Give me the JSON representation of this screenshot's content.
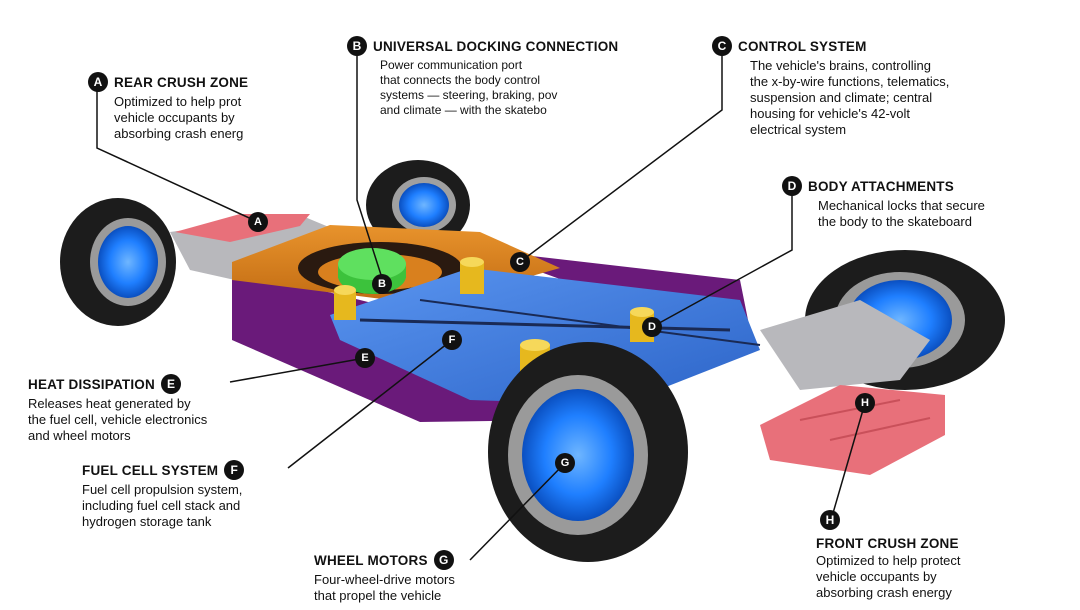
{
  "callouts": {
    "A": {
      "letter": "A",
      "title": "REAR CRUSH ZONE",
      "lines": [
        "Optimized to help prot",
        "vehicle occupants by",
        "absorbing crash energ"
      ]
    },
    "B": {
      "letter": "B",
      "title": "UNIVERSAL DOCKING CONNECTION",
      "lines": [
        "Power communication port",
        "that connects the body control",
        "systems — steering, braking, pov",
        "and climate — with the skatebo"
      ]
    },
    "C": {
      "letter": "C",
      "title": "CONTROL SYSTEM",
      "lines": [
        "The vehicle's brains, controlling",
        "the x-by-wire functions, telematics,",
        "suspension and climate; central",
        "housing for vehicle's 42-volt",
        "electrical system"
      ]
    },
    "D": {
      "letter": "D",
      "title": "BODY ATTACHMENTS",
      "lines": [
        "Mechanical locks that secure",
        "the body to the skateboard"
      ]
    },
    "E": {
      "letter": "E",
      "title": "HEAT DISSIPATION",
      "lines": [
        "Releases heat generated by",
        "the fuel cell, vehicle electronics",
        "and wheel motors"
      ]
    },
    "F": {
      "letter": "F",
      "title": "FUEL CELL SYSTEM",
      "lines": [
        "Fuel cell propulsion system,",
        "including fuel cell stack and",
        "hydrogen storage tank"
      ]
    },
    "G": {
      "letter": "G",
      "title": "WHEEL MOTORS",
      "lines": [
        "Four-wheel-drive motors",
        "that propel the vehicle"
      ]
    },
    "H": {
      "letter": "H",
      "title": "FRONT CRUSH ZONE",
      "lines": [
        "Optimized to help protect",
        "vehicle occupants by",
        "absorbing crash energy"
      ]
    }
  },
  "colors": {
    "tire": "#1c1c1c",
    "hub": "#1f7fff",
    "chassis_orange": "#d9801e",
    "chassis_purple": "#6a1a7a",
    "deck_blue": "#3f7de6",
    "docking_green": "#3cc23c",
    "post_gold": "#e6b81e",
    "crush_red": "#e8707a",
    "frame_gray": "#b8b8bc"
  }
}
